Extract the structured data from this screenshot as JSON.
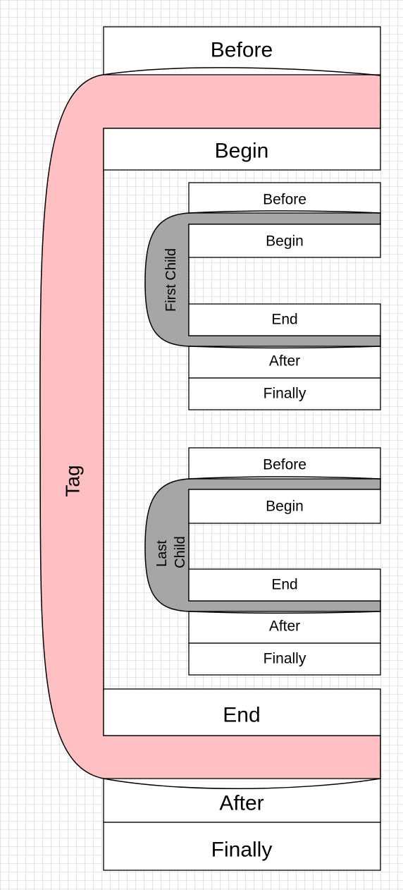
{
  "outer": {
    "bracket_label": "Tag",
    "before": "Before",
    "begin": "Begin",
    "end": "End",
    "after": "After",
    "finally": "Finally",
    "bracket_color": "#ffc0c3"
  },
  "first_child": {
    "bracket_label": "First Child",
    "before": "Before",
    "begin": "Begin",
    "end": "End",
    "after": "After",
    "finally": "Finally",
    "bracket_color": "#a6a6a6"
  },
  "last_child": {
    "bracket_label_line1": "Last",
    "bracket_label_line2": "Child",
    "before": "Before",
    "begin": "Begin",
    "end": "End",
    "after": "After",
    "finally": "Finally",
    "bracket_color": "#a6a6a6"
  },
  "colors": {
    "box_fill": "#ffffff",
    "stroke": "#000000",
    "grid": "#e6e6e6"
  }
}
